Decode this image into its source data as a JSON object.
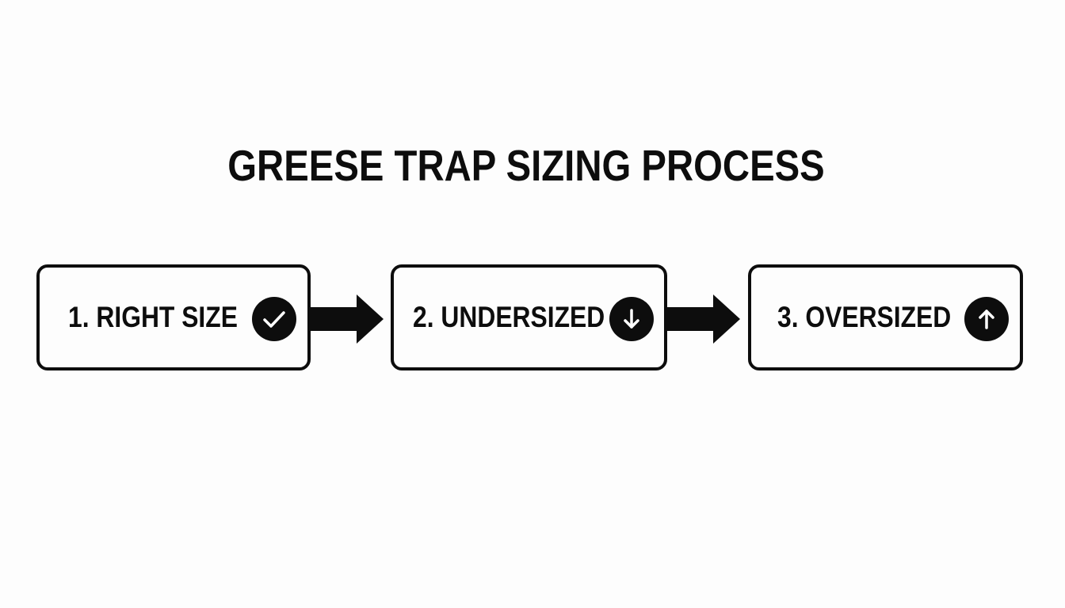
{
  "title": "GREESE TRAP SIZING PROCESS",
  "steps": [
    {
      "label": "1. RIGHT SIZE",
      "icon": "check-circle-icon"
    },
    {
      "label": "2. UNDERSIZED",
      "icon": "arrow-down-circle-icon"
    },
    {
      "label": "3. OVERSIZED",
      "icon": "arrow-up-circle-icon"
    }
  ],
  "connectors": [
    "right-arrow-icon",
    "right-arrow-icon"
  ],
  "colors": {
    "background": "#fdfdfd",
    "ink": "#0d0d0d"
  }
}
